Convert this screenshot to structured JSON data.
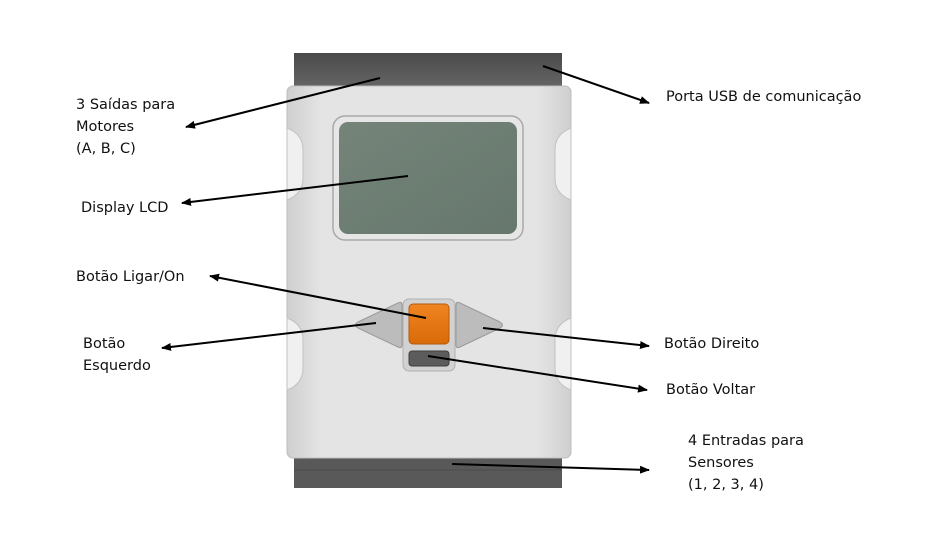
{
  "labels": {
    "outputs": [
      "3 Saídas para",
      "Motores",
      "(A, B, C)"
    ],
    "usb": "Porta USB de comunicação",
    "display": "Display LCD",
    "power": "Botão Ligar/On",
    "left": [
      "Botão",
      "Esquerdo"
    ],
    "right": "Botão Direito",
    "back": "Botão Voltar",
    "inputs": [
      "4 Entradas para",
      "Sensores",
      "(1, 2, 3, 4)"
    ]
  },
  "colors": {
    "body": "#dcdcdc",
    "body_shade": "#c4c4c4",
    "port_dark": "#5a5a5a",
    "screen": "#6e7f76",
    "power_button": "#e87511",
    "back_button": "#5c5c5c",
    "arrow_button": "#b8b8b8",
    "arrow_line": "#000000"
  }
}
